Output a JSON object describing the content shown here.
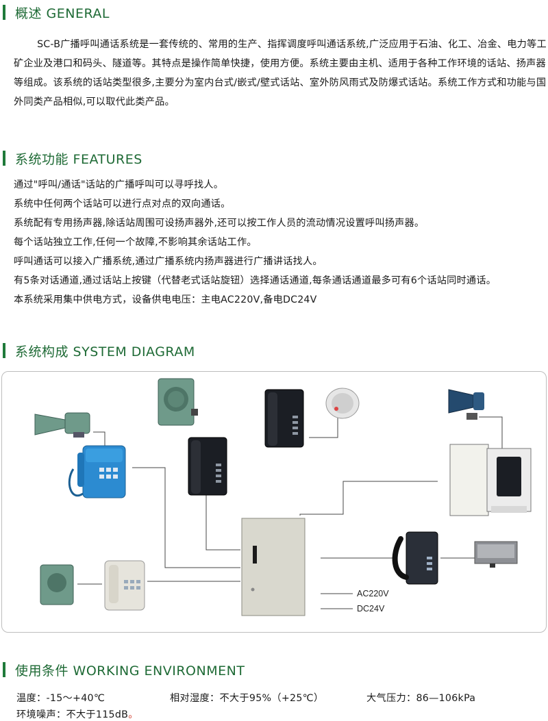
{
  "general": {
    "heading": "概述 GENERAL",
    "text": "SC-B广播呼叫通话系统是一套传统的、常用的生产、指挥调度呼叫通话系统,广泛应用于石油、化工、冶金、电力等工矿企业及港口和码头、隧道等。其特点是操作简单快捷，使用方便。系统主要由主机、适用于各种工作环境的话站、扬声器等组成。该系统的话站类型很多,主要分为室内台式/嵌式/壁式话站、室外防风雨式及防爆式话站。系统工作方式和功能与国外同类产品相似,可以取代此类产品。"
  },
  "features": {
    "heading": "系统功能 FEATURES",
    "items": [
      "通过\"呼叫/通话\"话站的广播呼叫可以寻呼找人。",
      "系统中任何两个话站可以进行点对点的双向通话。",
      "系统配有专用扬声器,除话站周围可设扬声器外,还可以按工作人员的流动情况设置呼叫扬声器。",
      "每个话站独立工作,任何一个故障,不影响其余话站工作。",
      "呼叫通话可以接入广播系统,通过广播系统内扬声器进行广播讲话找人。",
      "有5条对话通道,通过话站上按键（代替老式话站旋钮）选择通话通道,每条通话通道最多可有6个话站同时通话。",
      "本系统采用集中供电方式，设备供电电压：主电AC220V,备电DC24V"
    ]
  },
  "diagram": {
    "heading": "系统构成 SYSTEM DIAGRAM",
    "label_ac": "AC220V",
    "label_dc": "DC24V"
  },
  "environment": {
    "heading": "使用条件 WORKING ENVIRONMENT",
    "temperature": "温度：-15～+40℃",
    "humidity": "相对湿度：不大于95%（+25℃）",
    "pressure": "大气压力：86—106kPa",
    "noise": "环境噪声：不大于115dB",
    "noise_end": "。"
  },
  "colors": {
    "accent": "#1f7a3a",
    "heading_text": "#1e6a35",
    "note_red": "#d23a2a"
  }
}
